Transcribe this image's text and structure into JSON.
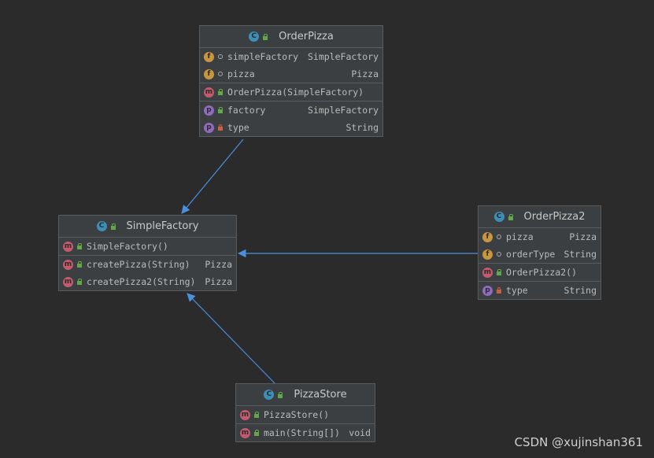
{
  "classes": {
    "order_pizza": {
      "name": "OrderPizza",
      "kind_icon": "C",
      "sections": [
        [
          {
            "icon": "f",
            "vis": "pkg",
            "name": "simpleFactory",
            "type": "SimpleFactory"
          },
          {
            "icon": "f",
            "vis": "pkg",
            "name": "pizza",
            "type": "Pizza"
          }
        ],
        [
          {
            "icon": "m",
            "vis": "pub",
            "name": "OrderPizza(SimpleFactory)",
            "type": ""
          }
        ],
        [
          {
            "icon": "p",
            "vis": "pub",
            "name": "factory",
            "type": "SimpleFactory"
          },
          {
            "icon": "p",
            "vis": "priv",
            "name": "type",
            "type": "String"
          }
        ]
      ]
    },
    "simple_factory": {
      "name": "SimpleFactory",
      "kind_icon": "C",
      "sections": [
        [
          {
            "icon": "m",
            "vis": "pub",
            "name": "SimpleFactory()",
            "type": ""
          }
        ],
        [
          {
            "icon": "m",
            "vis": "pub",
            "name": "createPizza(String)",
            "type": "Pizza"
          },
          {
            "icon": "m",
            "vis": "pub",
            "name": "createPizza2(String)",
            "type": "Pizza"
          }
        ]
      ]
    },
    "order_pizza2": {
      "name": "OrderPizza2",
      "kind_icon": "C",
      "sections": [
        [
          {
            "icon": "f",
            "vis": "pkg",
            "name": "pizza",
            "type": "Pizza"
          },
          {
            "icon": "f",
            "vis": "pkg",
            "name": "orderType",
            "type": "String"
          }
        ],
        [
          {
            "icon": "m",
            "vis": "pub",
            "name": "OrderPizza2()",
            "type": ""
          }
        ],
        [
          {
            "icon": "p",
            "vis": "priv",
            "name": "type",
            "type": "String"
          }
        ]
      ]
    },
    "pizza_store": {
      "name": "PizzaStore",
      "kind_icon": "C",
      "sections": [
        [
          {
            "icon": "m",
            "vis": "pub",
            "name": "PizzaStore()",
            "type": ""
          }
        ],
        [
          {
            "icon": "m",
            "vis": "pub",
            "name": "main(String[])",
            "type": "void"
          }
        ]
      ]
    }
  },
  "colors": {
    "background": "#2b2b2b",
    "box": "#3c3f41",
    "edge": "#4a8fe0"
  },
  "watermark": "CSDN @xujinshan361"
}
